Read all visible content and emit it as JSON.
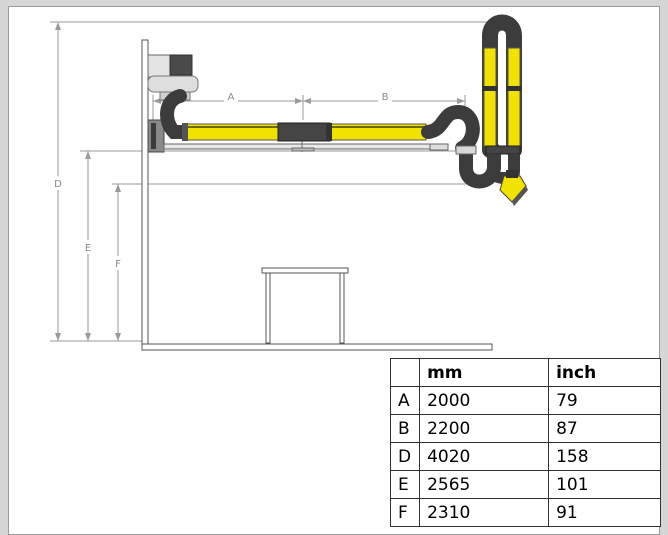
{
  "diagram": {
    "dimension_labels": {
      "A": "A",
      "B": "B",
      "D": "D",
      "E": "E",
      "F": "F"
    },
    "colors": {
      "arm_yellow": "#f2e200",
      "hose_dark": "#4a4a4a",
      "line": "#555555",
      "dim_line": "#9a9a9a"
    }
  },
  "table": {
    "headers": [
      "",
      "mm",
      "inch"
    ],
    "rows": [
      [
        "A",
        "2000",
        "79"
      ],
      [
        "B",
        "2200",
        "87"
      ],
      [
        "D",
        "4020",
        "158"
      ],
      [
        "E",
        "2565",
        "101"
      ],
      [
        "F",
        "2310",
        "91"
      ]
    ]
  }
}
